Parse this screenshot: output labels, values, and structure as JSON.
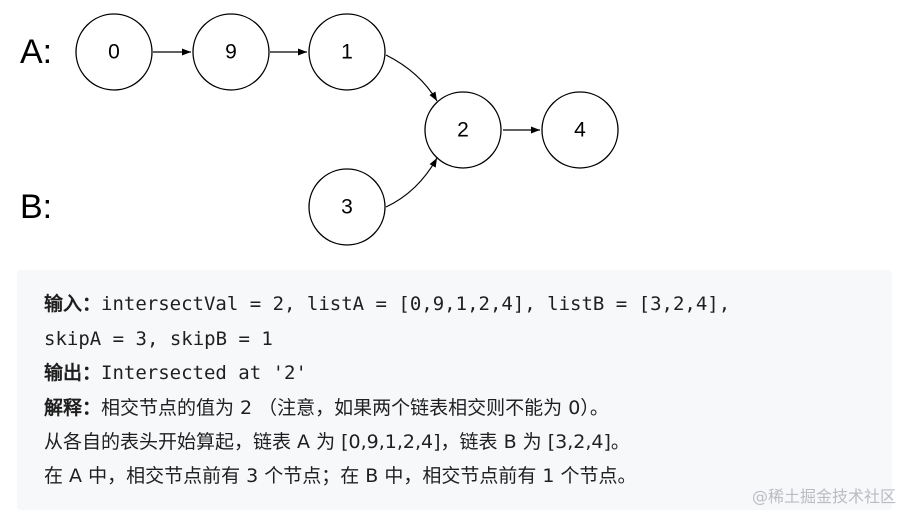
{
  "diagram": {
    "label_a": "A:",
    "label_b": "B:",
    "nodes": {
      "a0": "0",
      "a1": "9",
      "a2": "1",
      "shared0": "2",
      "shared1": "4",
      "b0": "3"
    }
  },
  "example": {
    "line1_label": "输入：",
    "line1_text": "intersectVal = 2, listA = [0,9,1,2,4], listB = [3,2,4],",
    "line2_text": "skipA = 3, skipB = 1",
    "line3_label": "输出：",
    "line3_text": "Intersected at '2'",
    "line4_label": "解释：",
    "line4_text": "相交节点的值为 2 （注意，如果两个链表相交则不能为 0）。",
    "line5_text": "从各自的表头开始算起，链表 A 为 [0,9,1,2,4]，链表 B 为 [3,2,4]。",
    "line6_text": "在 A 中，相交节点前有 3 个节点；在 B 中，相交节点前有 1 个节点。"
  },
  "watermark": "@稀土掘金技术社区"
}
